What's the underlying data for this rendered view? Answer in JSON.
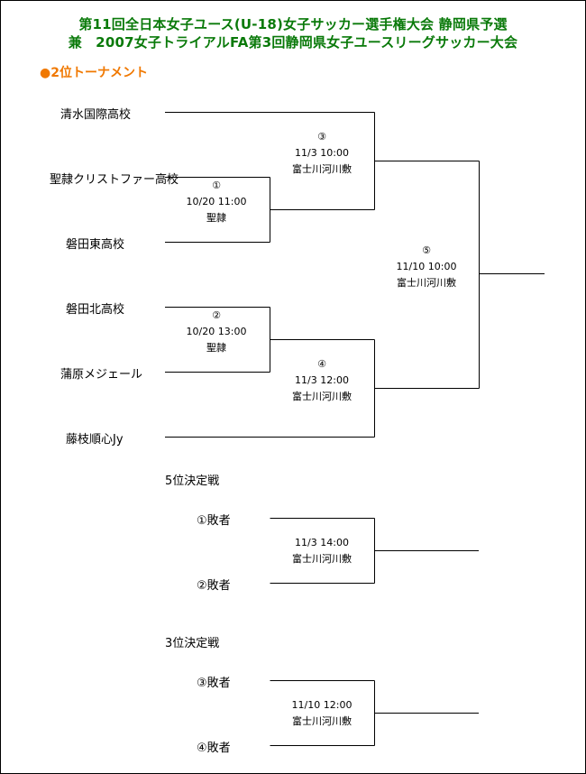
{
  "header": {
    "title_line1": "第11回全日本女子ユース(U-18)女子サッカー選手権大会 静岡県予選",
    "title_line2": "兼　2007女子トライアルFA第3回静岡県女子ユースリーグサッカー大会"
  },
  "section_title": "●2位トーナメント",
  "teams": [
    "清水国際高校",
    "聖隷クリストファー高校",
    "磐田東高校",
    "磐田北高校",
    "蒲原メジェール",
    "藤枝順心Jy"
  ],
  "matches": {
    "m1": {
      "no": "①",
      "datetime": "10/20 11:00",
      "venue": "聖隷"
    },
    "m2": {
      "no": "②",
      "datetime": "10/20 13:00",
      "venue": "聖隷"
    },
    "m3": {
      "no": "③",
      "datetime": "11/3 10:00",
      "venue": "富士川河川敷"
    },
    "m4": {
      "no": "④",
      "datetime": "11/3 12:00",
      "venue": "富士川河川敷"
    },
    "m5": {
      "no": "⑤",
      "datetime": "11/10 10:00",
      "venue": "富士川河川敷"
    }
  },
  "fifth_place": {
    "title": "5位決定戦",
    "entry1": "①敗者",
    "entry2": "②敗者",
    "datetime": "11/3 14:00",
    "venue": "富士川河川敷"
  },
  "third_place": {
    "title": "3位決定戦",
    "entry1": "③敗者",
    "entry2": "④敗者",
    "datetime": "11/10 12:00",
    "venue": "富士川河川敷"
  }
}
